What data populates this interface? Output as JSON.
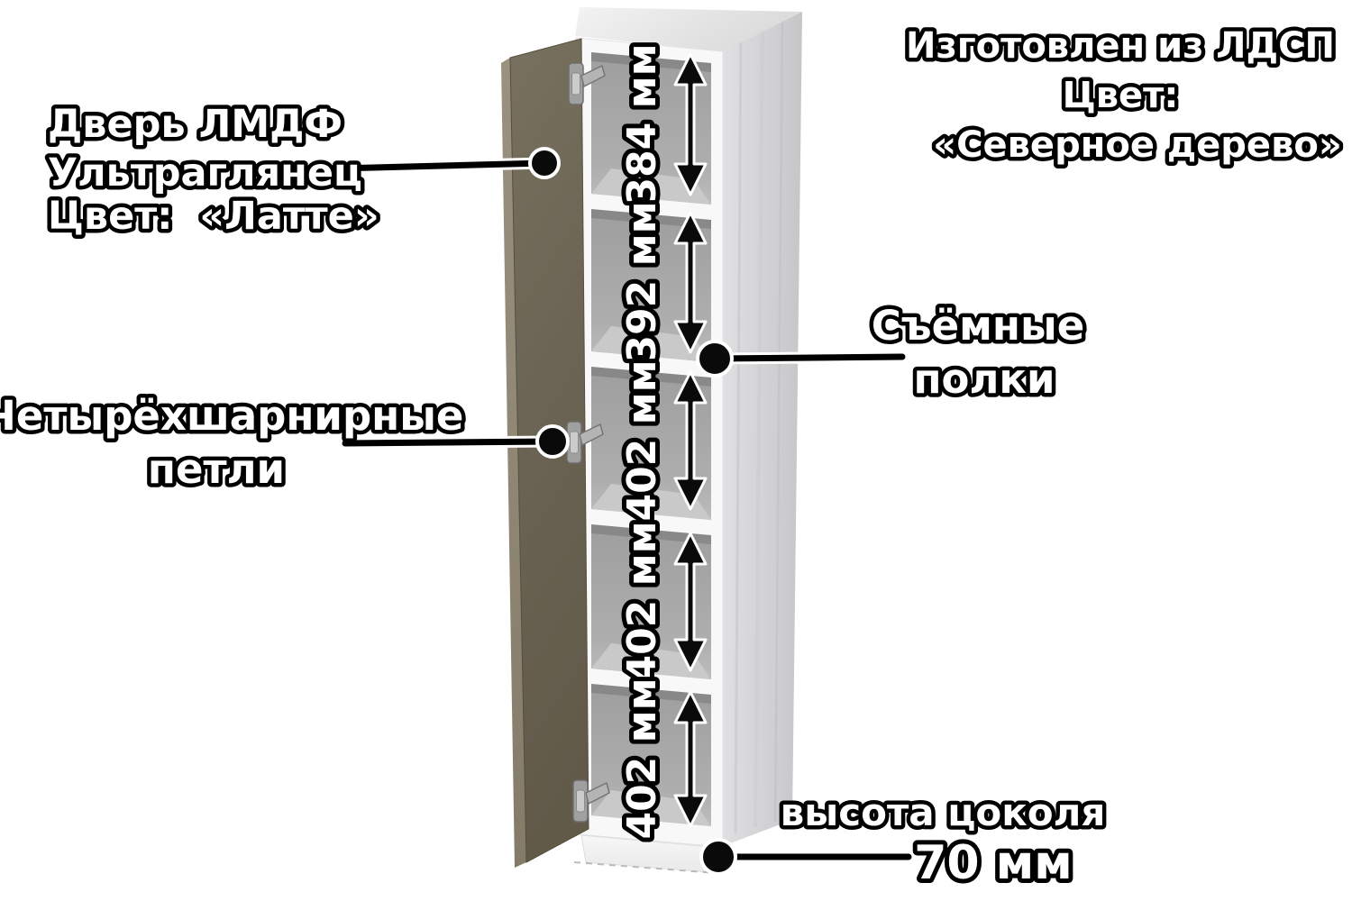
{
  "diagram": {
    "title_implicit": "wardrobe cabinet dimensions diagram",
    "door_label": {
      "line1": "Дверь ЛМДФ",
      "line2": "Ультраглянец",
      "line3": "Цвет:  «Латте»"
    },
    "hinge_label": {
      "line1": "Четырёхшарнирные",
      "line2": "петли"
    },
    "material_label": {
      "line1": "Изготовлен из ЛДСП",
      "line2": "Цвет:",
      "line3": "«Северное дерево»"
    },
    "shelf_label": {
      "line1": "Съёмные",
      "line2": "полки"
    },
    "plinth_label": {
      "line1": "высота цоколя",
      "line2": "70 мм"
    },
    "measurements": [
      {
        "compartment": 1,
        "label": "384 мм"
      },
      {
        "compartment": 2,
        "label": "392 мм"
      },
      {
        "compartment": 3,
        "label": "402 мм"
      },
      {
        "compartment": 4,
        "label": "402 мм"
      },
      {
        "compartment": 5,
        "label": "402 мм"
      }
    ],
    "colors": {
      "background": "#ffffff",
      "door_face": "#6b6353",
      "door_edge": "#938b79",
      "carcass_front": "#f7f7f7",
      "side_panel": "#cfcfd1",
      "interior": "#a8a8a8",
      "annotation_line": "#000000",
      "outlined_text_fill": "#ffffff",
      "outlined_text_stroke": "#000000"
    }
  }
}
